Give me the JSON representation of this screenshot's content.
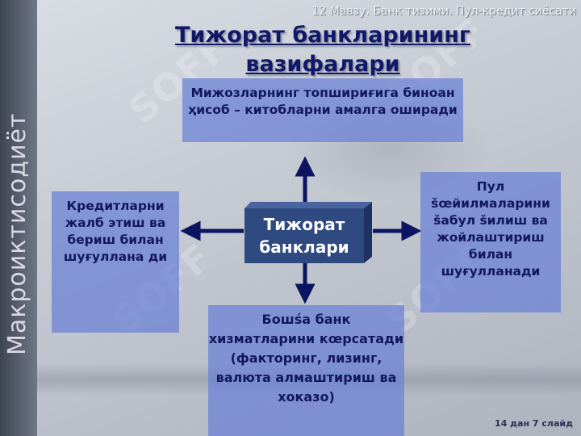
{
  "header": {
    "subtitle": "12 Мавзу. Банк тизими. Пул-кредит сиёсати"
  },
  "sidebar": {
    "label": "Макроиктисодиёт"
  },
  "watermark": {
    "text": "SOFF"
  },
  "slide": {
    "title": "Тижорат банкларининг вазифалари",
    "center": {
      "line1": "Тижорат",
      "line2": "банклари"
    },
    "boxes": {
      "top": "Мижозларнинг топшириғига биноан ҳисоб – китобларни амалга оширади",
      "left": "Кредитларни жалб этиш ва бериш билан шуғуллана ди",
      "right": "Пул šœйилмаларини šабул šилиш ва жойлаштириш билан шуғулланади",
      "bottom": "Бошśа банк хизматларини кœрсатади (факторинг, лизинг, валюта алмаштириш ва хоказо)"
    }
  },
  "footer": {
    "slide_counter": "14 дан 7 слайд"
  },
  "colors": {
    "title": "#11186a",
    "box_fill": "#6880d6",
    "center_fill": "#2f4a80",
    "arrow": "#0a1460"
  }
}
